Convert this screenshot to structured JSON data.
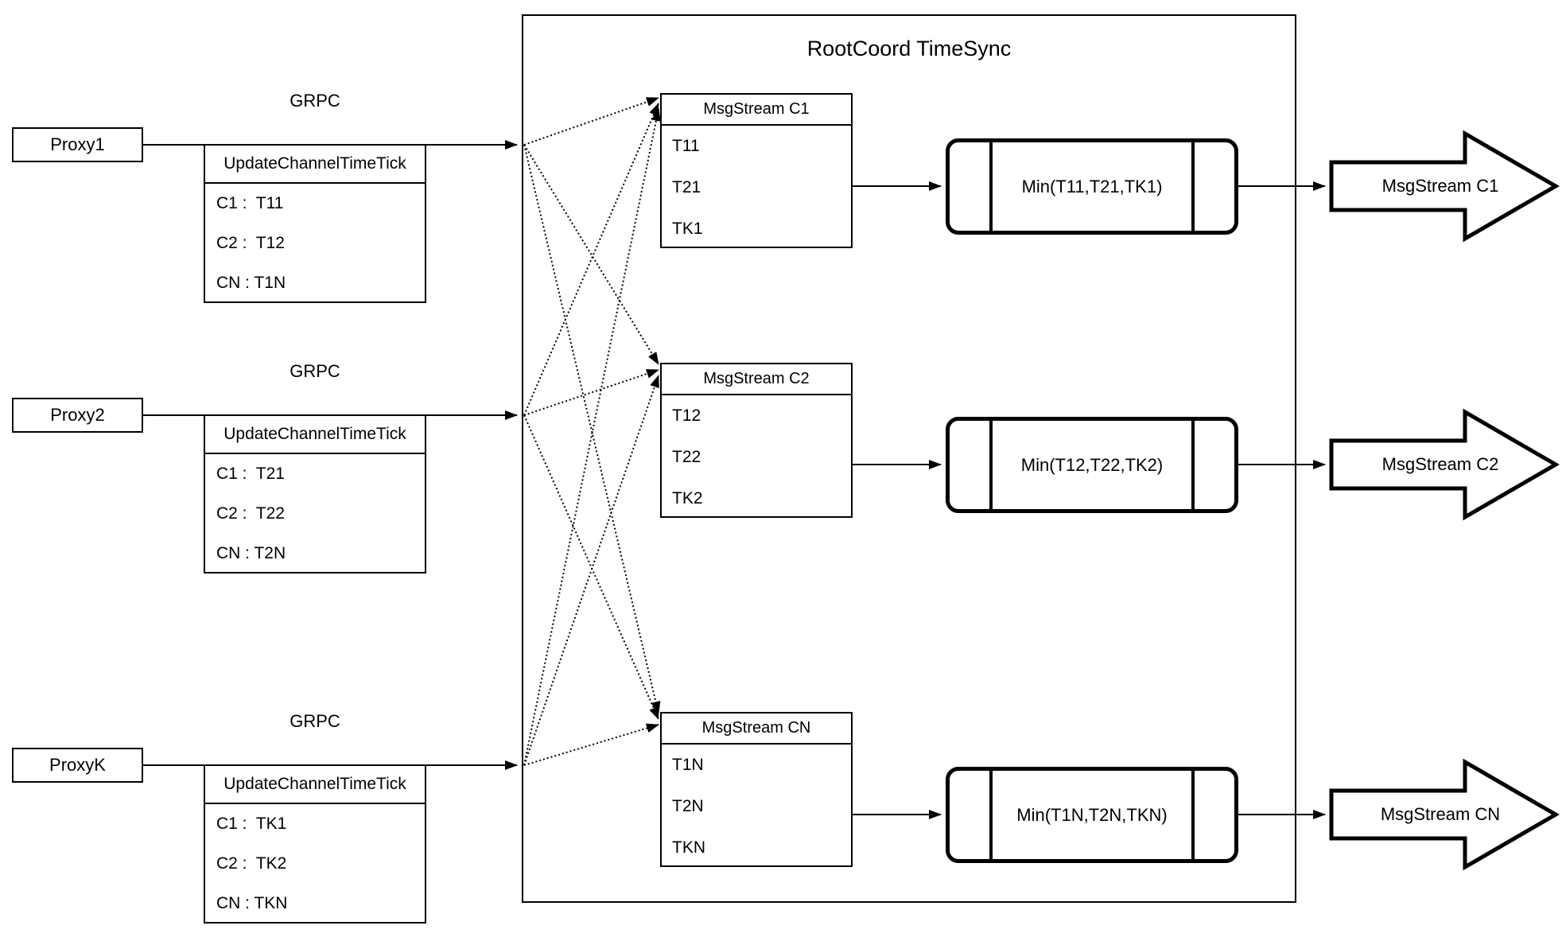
{
  "container": {
    "title": "RootCoord TimeSync"
  },
  "rows": [
    {
      "proxy_label": "Proxy1",
      "grpc_label": "GRPC",
      "update_table": {
        "header": "UpdateChannelTimeTick",
        "rows": [
          "C1 :  T11",
          "C2 :  T12",
          "CN : T1N"
        ]
      },
      "msgstream_table": {
        "header": "MsgStream C1",
        "rows": [
          "T11",
          "T21",
          "TK1"
        ]
      },
      "min_label": "Min(T11,T21,TK1)",
      "out_arrow_label": "MsgStream C1"
    },
    {
      "proxy_label": "Proxy2",
      "grpc_label": "GRPC",
      "update_table": {
        "header": "UpdateChannelTimeTick",
        "rows": [
          "C1 :  T21",
          "C2 :  T22",
          "CN : T2N"
        ]
      },
      "msgstream_table": {
        "header": "MsgStream C2",
        "rows": [
          "T12",
          "T22",
          "TK2"
        ]
      },
      "min_label": "Min(T12,T22,TK2)",
      "out_arrow_label": "MsgStream C2"
    },
    {
      "proxy_label": "ProxyK",
      "grpc_label": "GRPC",
      "update_table": {
        "header": "UpdateChannelTimeTick",
        "rows": [
          "C1 :  TK1",
          "C2 :  TK2",
          "CN : TKN"
        ]
      },
      "msgstream_table": {
        "header": "MsgStream CN",
        "rows": [
          "T1N",
          "T2N",
          "TKN"
        ]
      },
      "min_label": "Min(T1N,T2N,TKN)",
      "out_arrow_label": "MsgStream CN"
    }
  ],
  "colors": {
    "line": "#000000",
    "background": "#ffffff"
  }
}
